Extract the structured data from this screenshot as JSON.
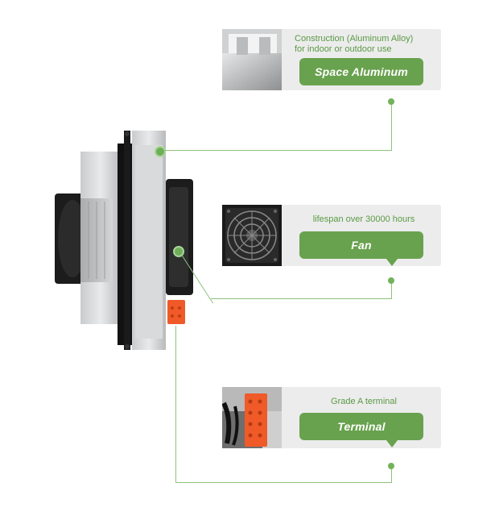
{
  "callouts": [
    {
      "description": "Construction (Aluminum Alloy)\nfor indoor or outdoor use",
      "label": "Space Aluminum",
      "icon": "aluminum-profile-icon"
    },
    {
      "description": "lifespan over 30000 hours",
      "label": "Fan",
      "icon": "fan-grille-icon"
    },
    {
      "description": "Grade A terminal",
      "label": "Terminal",
      "icon": "terminal-block-icon"
    }
  ],
  "colors": {
    "accent": "#69a24e",
    "line": "#8cc27a",
    "card": "#ececec",
    "terminal": "#f05a28"
  }
}
